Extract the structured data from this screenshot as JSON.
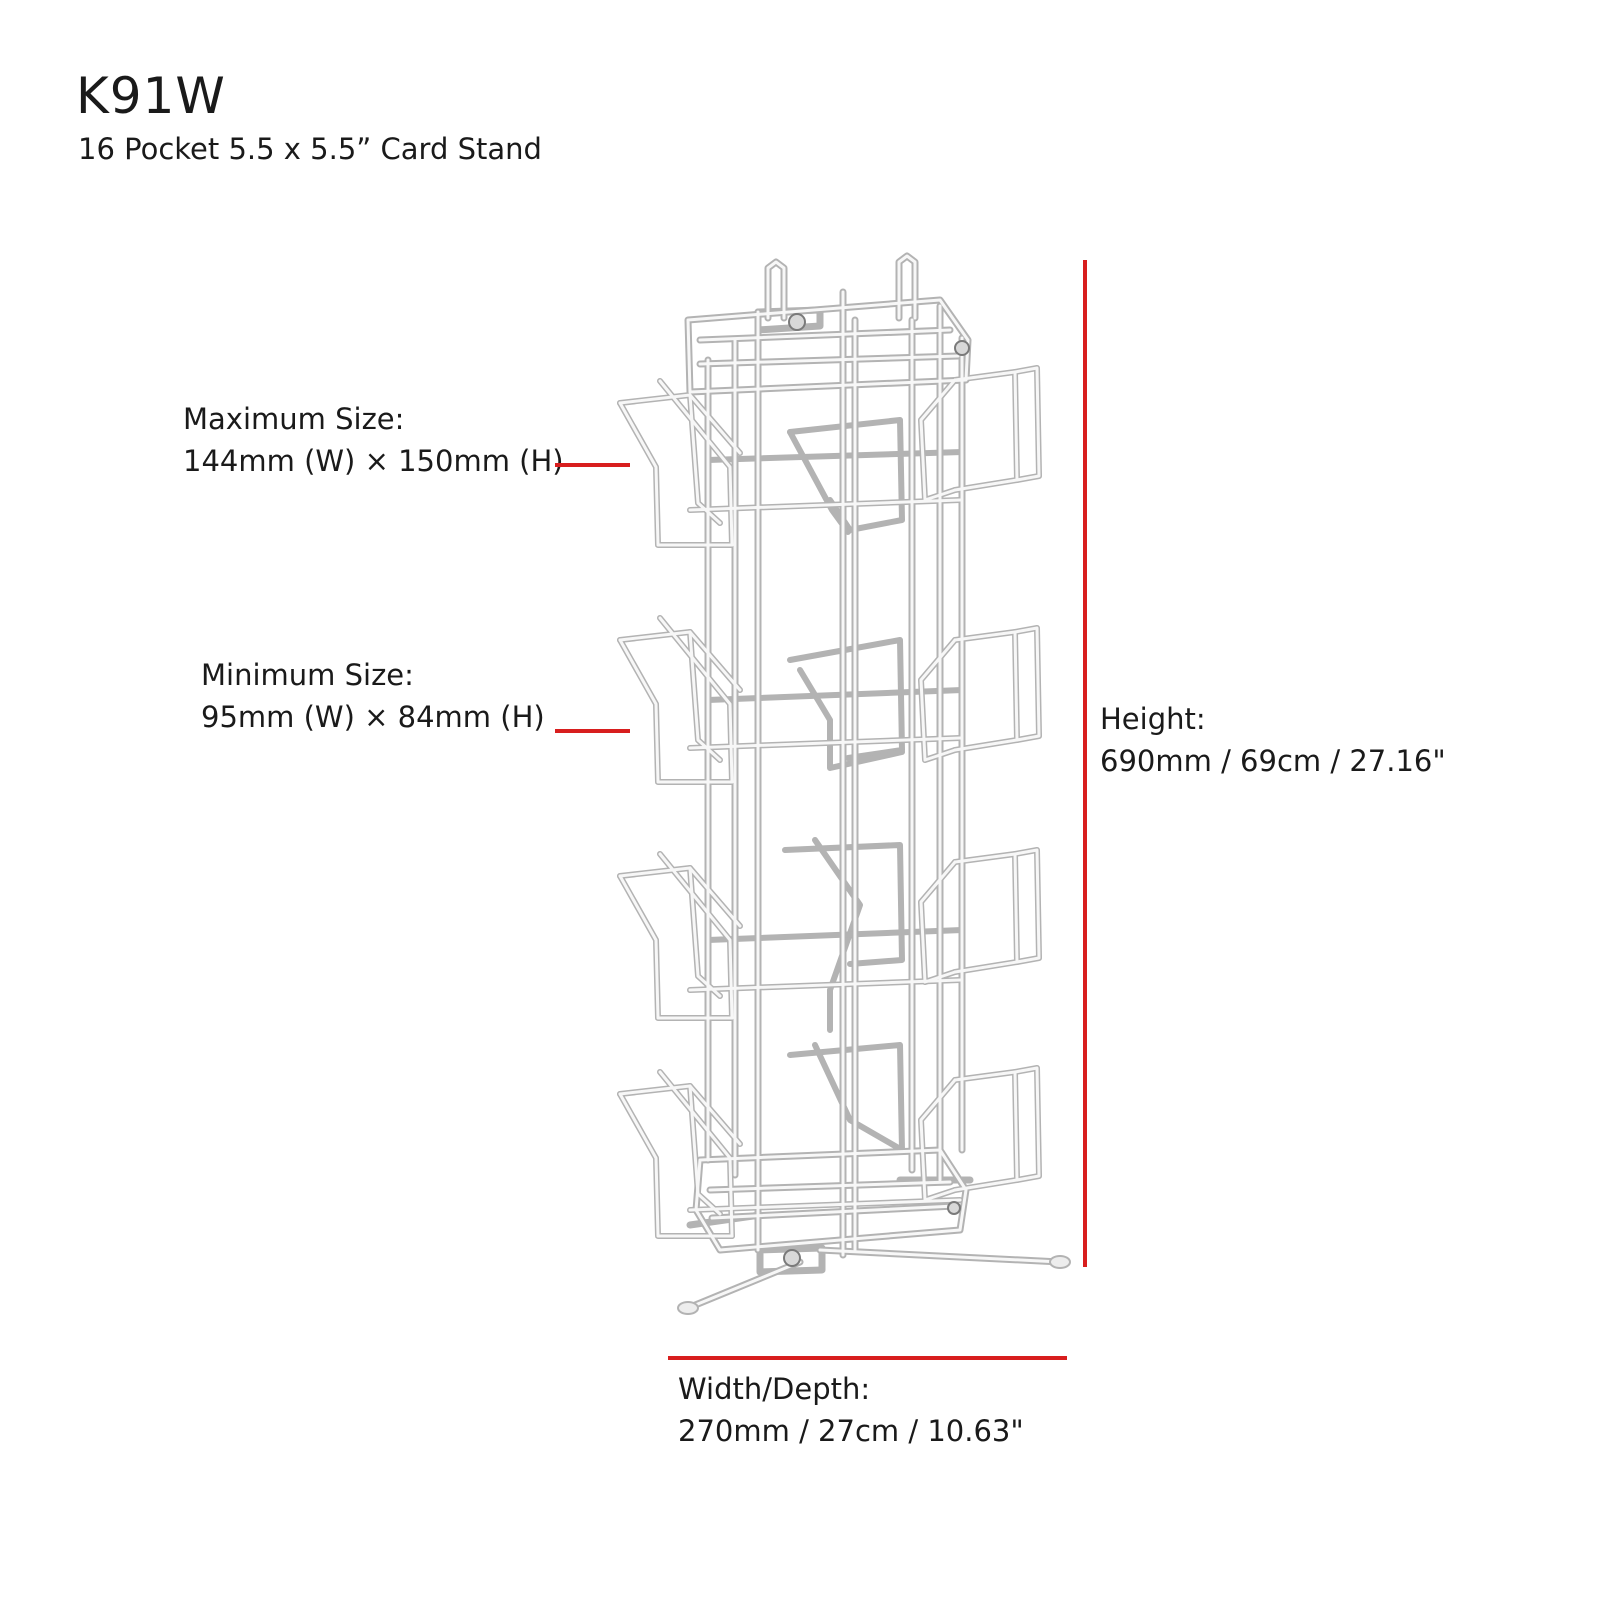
{
  "product": {
    "code": "K91W",
    "description": "16 Pocket 5.5 x 5.5” Card Stand"
  },
  "dimensions": {
    "maximum": {
      "label": "Maximum Size:",
      "value": "144mm (W) × 150mm (H)"
    },
    "minimum": {
      "label": "Minimum Size:",
      "value": "95mm (W) × 84mm (H)"
    },
    "height": {
      "label": "Height:",
      "value": "690mm / 69cm / 27.16\""
    },
    "width_depth": {
      "label": "Width/Depth:",
      "value": "270mm / 27cm / 10.63\""
    }
  },
  "colors": {
    "dimension_line": "#d81e1e",
    "wire": "#bcbcbc",
    "wire_highlight": "#f7f7f7"
  }
}
